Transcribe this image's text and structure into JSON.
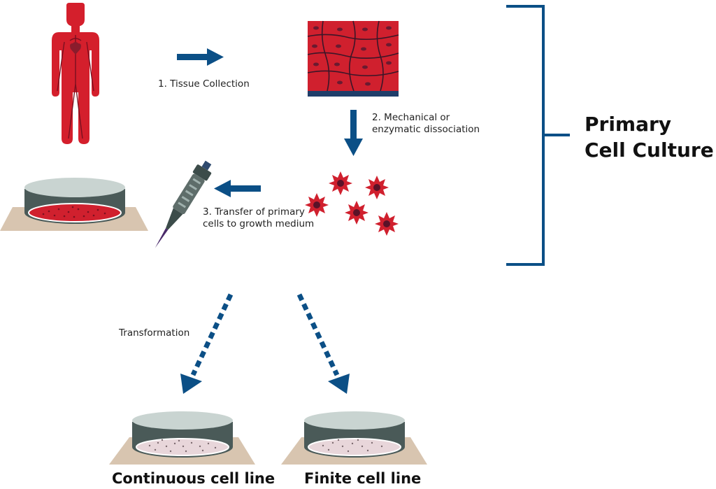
{
  "labels": {
    "step1": "1. Tissue Collection",
    "step2_line1": "2. Mechanical or",
    "step2_line2": "enzymatic dissociation",
    "step3_line1": "3. Transfer of primary",
    "step3_line2": "cells to growth medium",
    "transformation": "Transformation"
  },
  "bracket_title": {
    "line1": "Primary",
    "line2": "Cell Culture"
  },
  "outcomes": {
    "continuous": "Continuous cell line",
    "finite": "Finite cell line"
  },
  "colors": {
    "arrow_blue": "#0b4f86",
    "tissue_red": "#d0202e",
    "human_red": "#d41f2c",
    "dish_gray": "#4a5a58",
    "dish_lid": "#c9d4d1",
    "mat_beige": "#d8c5b0",
    "medium_pink": "#e8d6da"
  },
  "icons": [
    "human-figure-icon",
    "tissue-block-icon",
    "cell-icon",
    "pipette-icon",
    "culture-dish-icon"
  ]
}
